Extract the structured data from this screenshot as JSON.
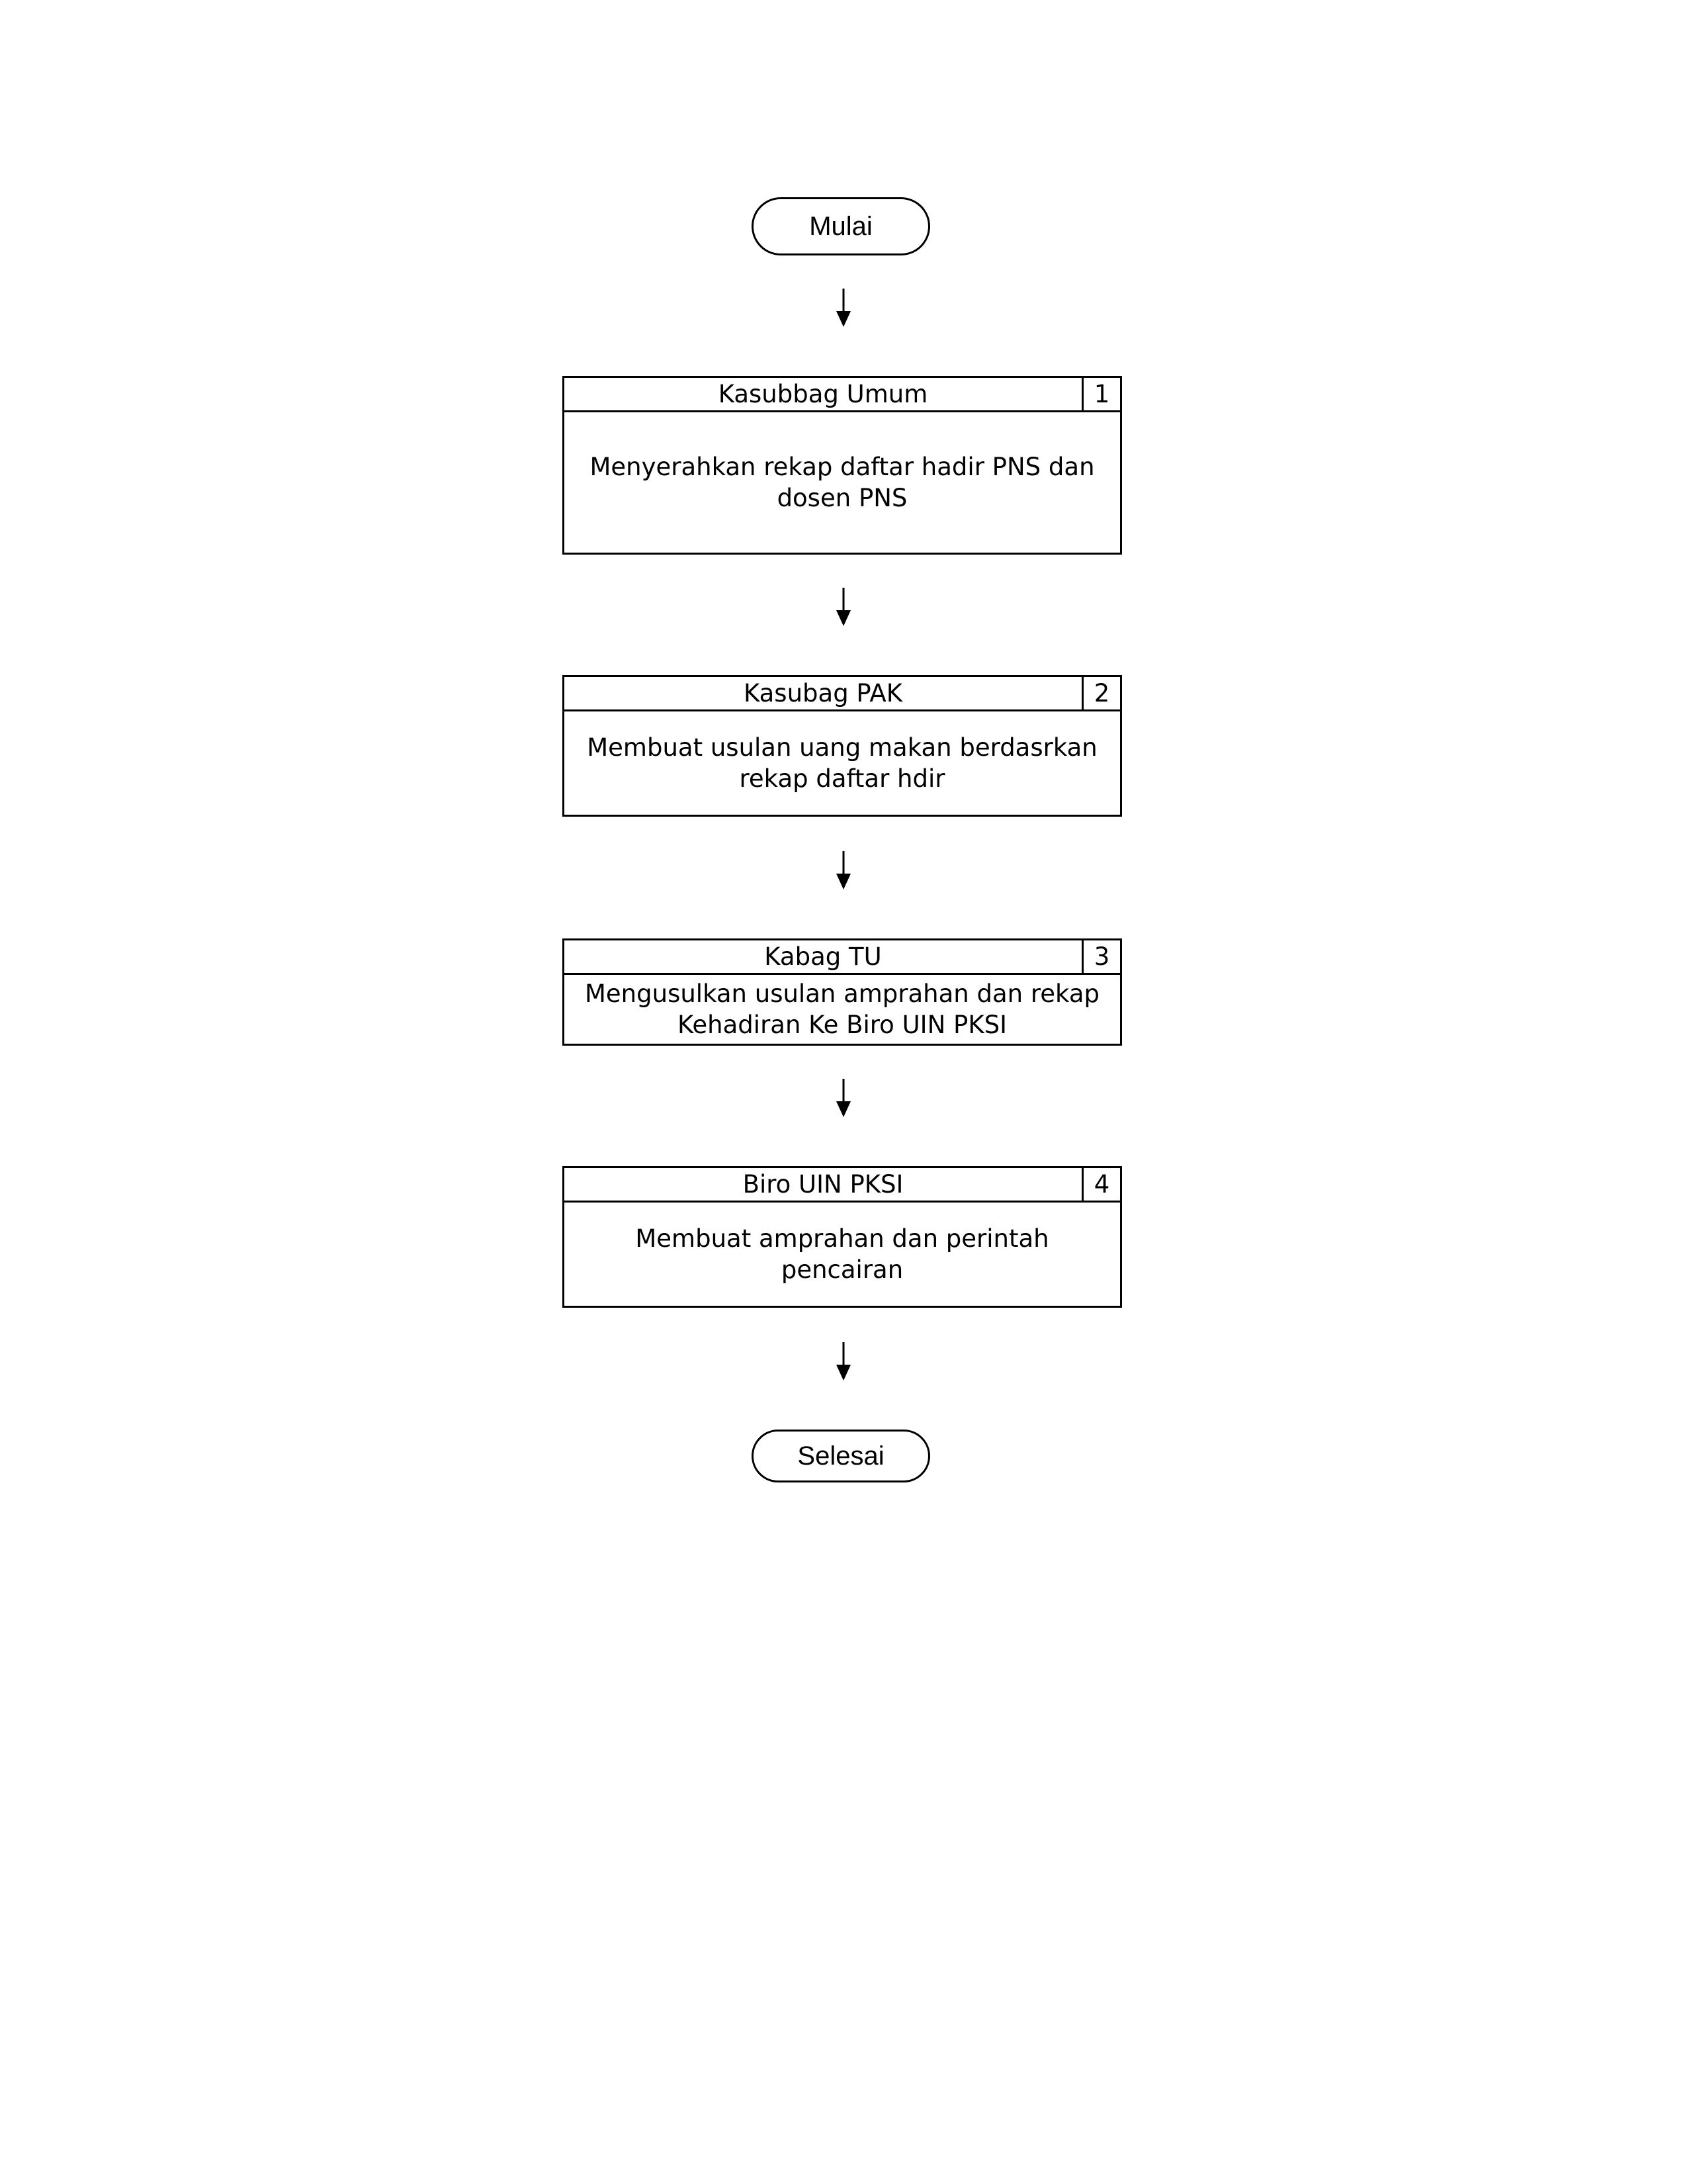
{
  "start": {
    "label": "Mulai"
  },
  "steps": [
    {
      "number": "1",
      "role": "Kasubbag Umum",
      "text": "Menyerahkan rekap daftar hadir PNS dan dosen PNS"
    },
    {
      "number": "2",
      "role": "Kasubag PAK",
      "text": "Membuat usulan uang makan berdasrkan rekap daftar hdir"
    },
    {
      "number": "3",
      "role": "Kabag TU",
      "text": "Mengusulkan usulan amprahan dan rekap Kehadiran Ke Biro UIN PKSI"
    },
    {
      "number": "4",
      "role": "Biro UIN PKSI",
      "text": "Membuat amprahan dan perintah pencairan"
    }
  ],
  "end": {
    "label": "Selesai"
  }
}
